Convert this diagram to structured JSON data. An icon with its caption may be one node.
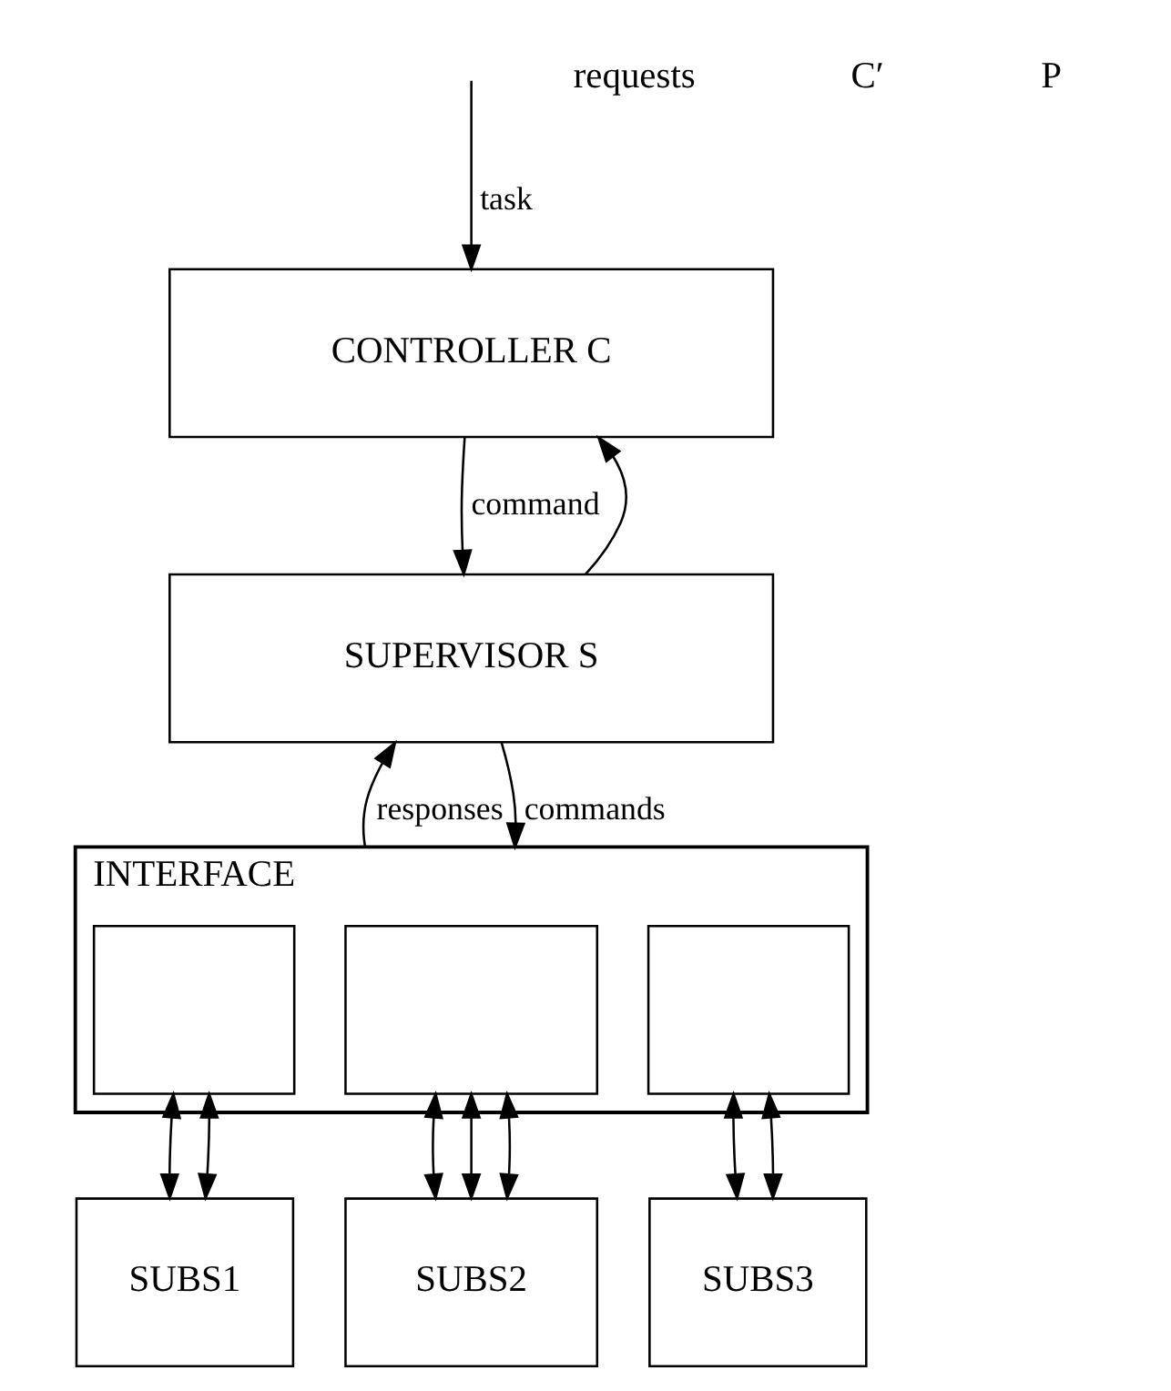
{
  "diagram": {
    "nodes": [
      {
        "text": [
          "CONTROLLER C"
        ]
      },
      {
        "text": [
          "SUPERVISOR S"
        ]
      },
      {
        "text": [
          "INTERFACE"
        ]
      },
      {
        "text": [],
        "shape": "box",
        "in": 2
      },
      {
        "text": [],
        "shape": "box",
        "in": 2
      },
      {
        "text": [],
        "shape": "box",
        "in": 2
      },
      {
        "text": [
          "SUBS1"
        ]
      },
      {
        "text": [
          "SUBS2"
        ]
      },
      {
        "text": [
          "SUBS3"
        ]
      }
    ],
    "edges": [
      {
        "from": null,
        "to": 0,
        "arrow": "to",
        "label": "task"
      },
      {
        "from": 1,
        "to": 0,
        "arrow": "to"
      },
      {
        "from": 0,
        "to": 1,
        "arrow": "to",
        "label": "command"
      },
      {
        "from": 2,
        "to": 1,
        "arrow": "to",
        "label": "responses"
      },
      {
        "from": 1,
        "to": 2,
        "arrow": "to",
        "label": "commands"
      },
      {
        "from": 3,
        "to": 6,
        "arrow": "both"
      },
      {
        "from": 3,
        "to": 6,
        "arrow": "both"
      },
      {
        "from": 4,
        "to": 7,
        "arrow": "both"
      },
      {
        "from": 4,
        "to": 7,
        "arrow": "both"
      },
      {
        "from": 4,
        "to": 7,
        "arrow": "both"
      },
      {
        "from": 5,
        "to": 8,
        "arrow": "both"
      },
      {
        "from": 5,
        "to": 8,
        "arrow": "both"
      }
    ],
    "labels": [
      "requests",
      "C′",
      "P"
    ]
  }
}
